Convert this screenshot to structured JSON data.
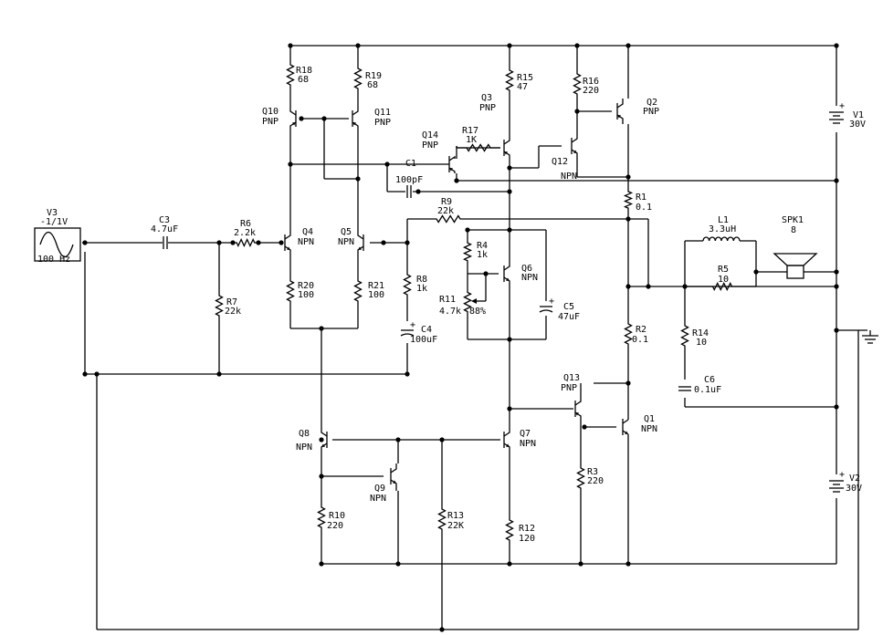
{
  "colors": {
    "wire": "#000000",
    "background": "#ffffff"
  },
  "components": {
    "V1": {
      "name": "V1",
      "value": "30V"
    },
    "V2": {
      "name": "V2",
      "value": "30V"
    },
    "V3": {
      "name": "V3",
      "value": "-1/1V",
      "freq": "100 Hz"
    },
    "C1": {
      "name": "C1",
      "value": "100pF"
    },
    "C3": {
      "name": "C3",
      "value": "4.7uF"
    },
    "C4": {
      "name": "C4",
      "value": "100uF"
    },
    "C5": {
      "name": "C5",
      "value": "47uF"
    },
    "C6": {
      "name": "C6",
      "value": "0.1uF"
    },
    "L1": {
      "name": "L1",
      "value": "3.3uH"
    },
    "SPK1": {
      "name": "SPK1",
      "value": "8"
    },
    "R1": {
      "name": "R1",
      "value": "0.1"
    },
    "R2": {
      "name": "R2",
      "value": "0.1"
    },
    "R3": {
      "name": "R3",
      "value": "220"
    },
    "R4": {
      "name": "R4",
      "value": "1k"
    },
    "R5": {
      "name": "R5",
      "value": "10"
    },
    "R6": {
      "name": "R6",
      "value": "2.2k"
    },
    "R7": {
      "name": "R7",
      "value": "22k"
    },
    "R8": {
      "name": "R8",
      "value": "1k"
    },
    "R9": {
      "name": "R9",
      "value": "22k"
    },
    "R10": {
      "name": "R10",
      "value": "220"
    },
    "R11": {
      "name": "R11",
      "value": "4.7k",
      "wiper": "88%"
    },
    "R12": {
      "name": "R12",
      "value": "120"
    },
    "R13": {
      "name": "R13",
      "value": "22K"
    },
    "R14": {
      "name": "R14",
      "value": "10"
    },
    "R15": {
      "name": "R15",
      "value": "47"
    },
    "R16": {
      "name": "R16",
      "value": "220"
    },
    "R17": {
      "name": "R17",
      "value": "1K"
    },
    "R18": {
      "name": "R18",
      "value": "68"
    },
    "R19": {
      "name": "R19",
      "value": "68"
    },
    "R20": {
      "name": "R20",
      "value": "100"
    },
    "R21": {
      "name": "R21",
      "value": "100"
    },
    "Q1": {
      "name": "Q1",
      "type": "NPN"
    },
    "Q2": {
      "name": "Q2",
      "type": "PNP"
    },
    "Q3": {
      "name": "Q3",
      "type": "PNP"
    },
    "Q4": {
      "name": "Q4",
      "type": "NPN"
    },
    "Q5": {
      "name": "Q5",
      "type": "NPN"
    },
    "Q6": {
      "name": "Q6",
      "type": "NPN"
    },
    "Q7": {
      "name": "Q7",
      "type": "NPN"
    },
    "Q8": {
      "name": "Q8",
      "type": "NPN"
    },
    "Q9": {
      "name": "Q9",
      "type": "NPN"
    },
    "Q10": {
      "name": "Q10",
      "type": "PNP"
    },
    "Q11": {
      "name": "Q11",
      "type": "PNP"
    },
    "Q12": {
      "name": "Q12",
      "type": "NPN"
    },
    "Q13": {
      "name": "Q13",
      "type": "PNP"
    },
    "Q14": {
      "name": "Q14",
      "type": "PNP"
    }
  }
}
